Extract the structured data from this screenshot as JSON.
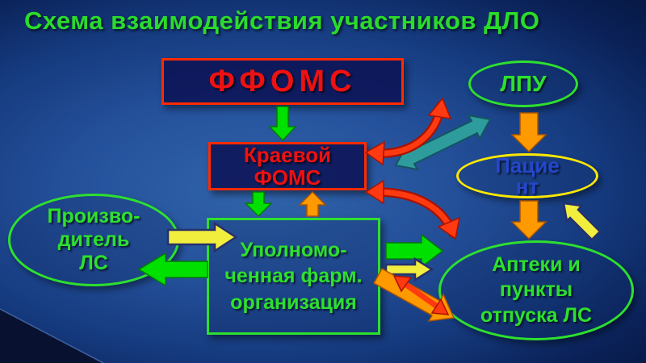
{
  "title": "Схема взаимодействия участников ДЛО",
  "nodes": {
    "ffoms": {
      "label": "ФФОМС"
    },
    "kraevoy_foms": {
      "lines": [
        "Краевой",
        "ФОМС"
      ]
    },
    "lpu": {
      "label": "ЛПУ"
    },
    "patient": {
      "lines": [
        "Пацие",
        "нт"
      ]
    },
    "producer": {
      "lines": [
        "Произво-",
        "дитель",
        "ЛС"
      ]
    },
    "pharm_org": {
      "lines": [
        "Уполномо-",
        "ченная фарм.",
        "организация"
      ]
    },
    "pharmacies": {
      "lines": [
        "Аптеки и",
        "пункты",
        "отпуска ЛС"
      ]
    }
  },
  "colors": {
    "background_blue": "#1c4186",
    "title_green": "#2bdb2b",
    "node_green": "#2ee02e",
    "red_border": "#ff2a00",
    "red_text": "#ee1111",
    "yellow_border": "#ffe800",
    "patient_blue": "#2547cc",
    "arrow_green": "#00e000",
    "arrow_orange": "#ff9900",
    "arrow_yellow": "#f2ee3e",
    "arrow_teal": "#2e9c9c",
    "arrow_red": "#ff3a10"
  }
}
